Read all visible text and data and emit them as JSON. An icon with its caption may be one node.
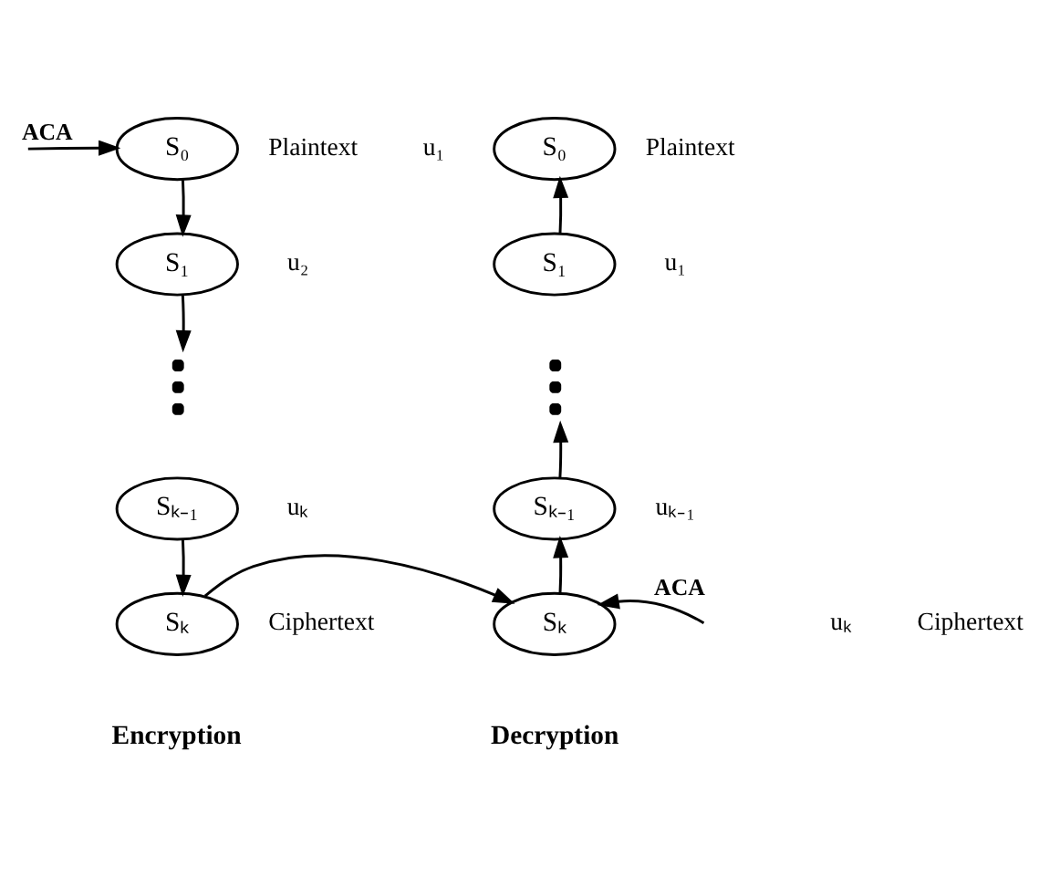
{
  "diagram": {
    "nodes": [
      {
        "text": [
          "S₀"
        ],
        "beside": [
          "Plaintext",
          "u₁"
        ]
      },
      {
        "text": [
          "S₀"
        ],
        "beside": [
          "Plaintext"
        ]
      },
      {
        "text": [
          "S₁"
        ],
        "beside": [
          "u₂"
        ]
      },
      {
        "text": [
          "S₁"
        ],
        "beside": [
          "u₁"
        ]
      },
      {
        "text": [],
        "shape": "dots"
      },
      {
        "text": [],
        "shape": "dots"
      },
      {
        "text": [
          "Sₖ₋₁"
        ],
        "beside": [
          "uₖ"
        ]
      },
      {
        "text": [
          "Sₖ₋₁"
        ],
        "beside": [
          "uₖ₋₁"
        ]
      },
      {
        "text": [
          "Sₖ"
        ],
        "beside": [
          "Ciphertext"
        ]
      },
      {
        "text": [
          "Sₖ"
        ],
        "beside": [
          "uₖ",
          "Ciphertext"
        ]
      }
    ],
    "edges": [
      {
        "from": null,
        "to": 0,
        "arrow": "to",
        "label": "ACA"
      },
      {
        "from": 0,
        "to": 2,
        "arrow": "to"
      },
      {
        "from": 2,
        "to": 4,
        "arrow": "to"
      },
      {
        "from": 6,
        "to": 8,
        "arrow": "to"
      },
      {
        "from": 8,
        "to": 9,
        "arrow": "to"
      },
      {
        "from": 9,
        "to": 7,
        "arrow": "to"
      },
      {
        "from": 7,
        "to": 5,
        "arrow": "to"
      },
      {
        "from": 3,
        "to": 1,
        "arrow": "to"
      },
      {
        "from": null,
        "to": 9,
        "arrow": "to",
        "label": "ACA"
      }
    ],
    "labels": [
      "Encryption",
      "Decryption"
    ]
  }
}
